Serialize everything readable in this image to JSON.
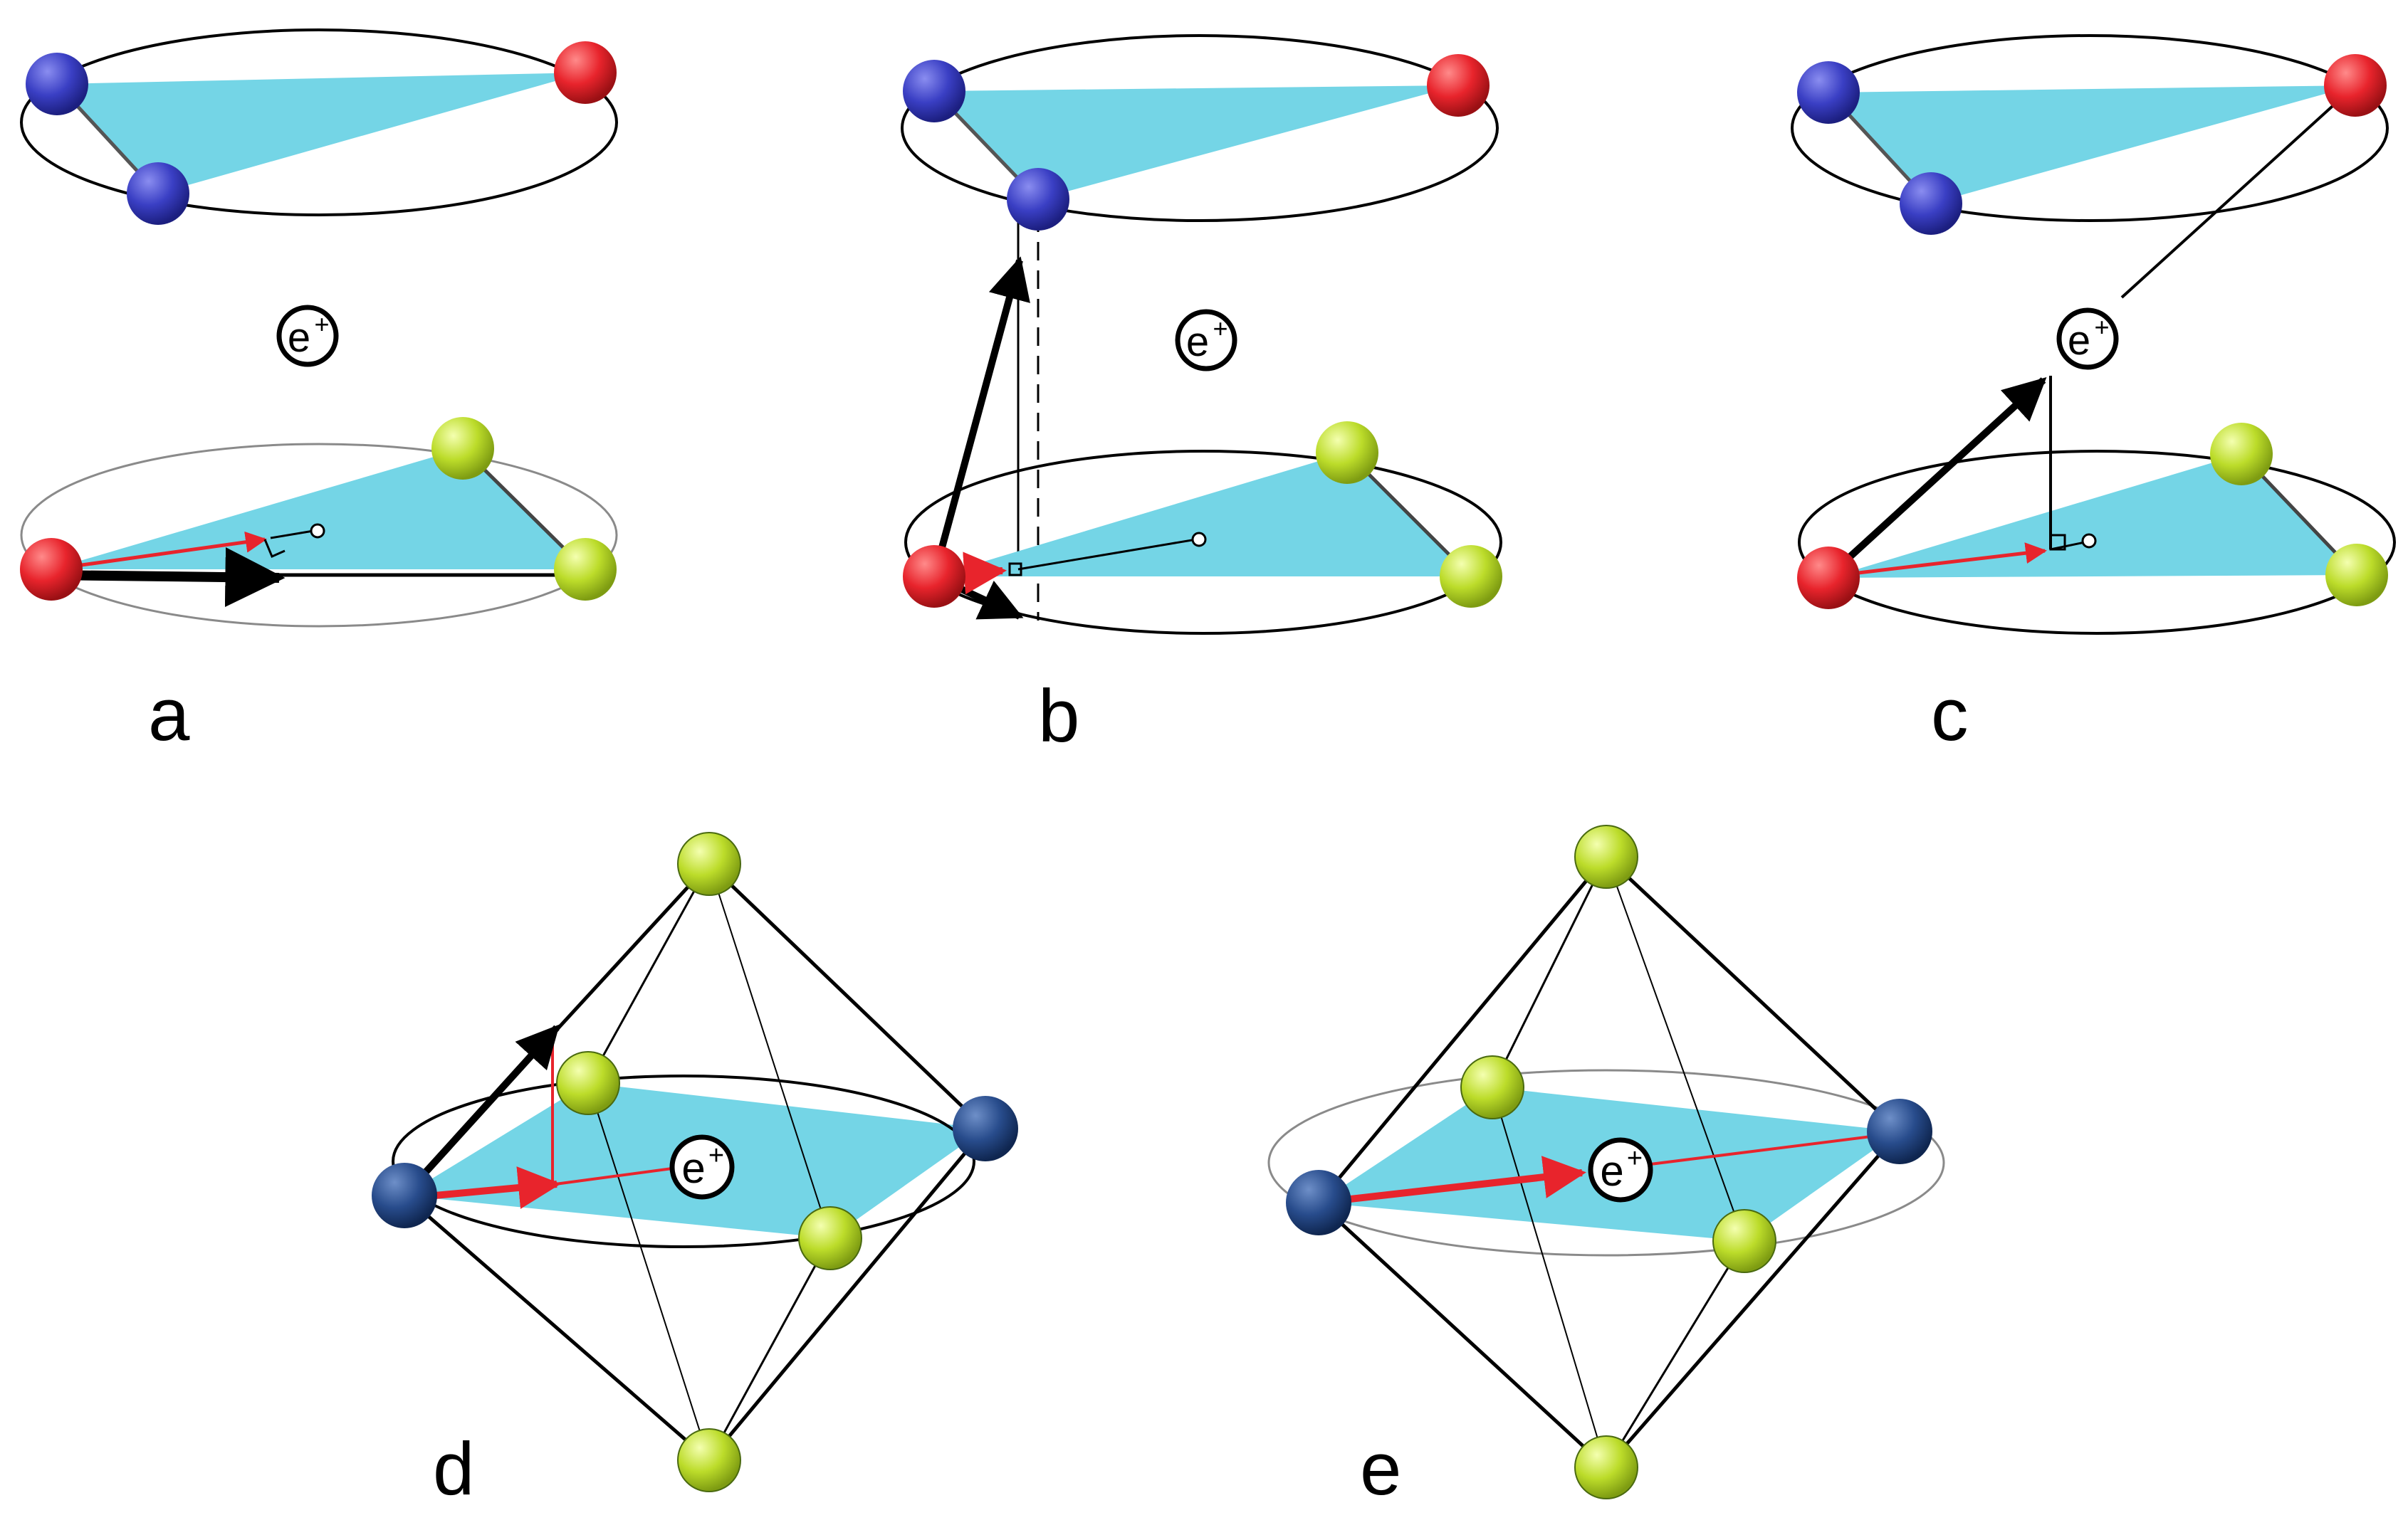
{
  "colors": {
    "plane_fill": "#74d5e6",
    "atom_blue": "#3a3fc4",
    "atom_navy": "#1f3f7a",
    "atom_red": "#e8242c",
    "atom_green": "#bcdc2a",
    "arrow_red": "#e8242c",
    "line": "#000000",
    "ring_gray": "#8a8a8a"
  },
  "positron": {
    "base": "e",
    "charge": "+"
  },
  "panels": [
    {
      "letter": "a"
    },
    {
      "letter": "b"
    },
    {
      "letter": "c"
    },
    {
      "letter": "d"
    },
    {
      "letter": "e"
    }
  ]
}
